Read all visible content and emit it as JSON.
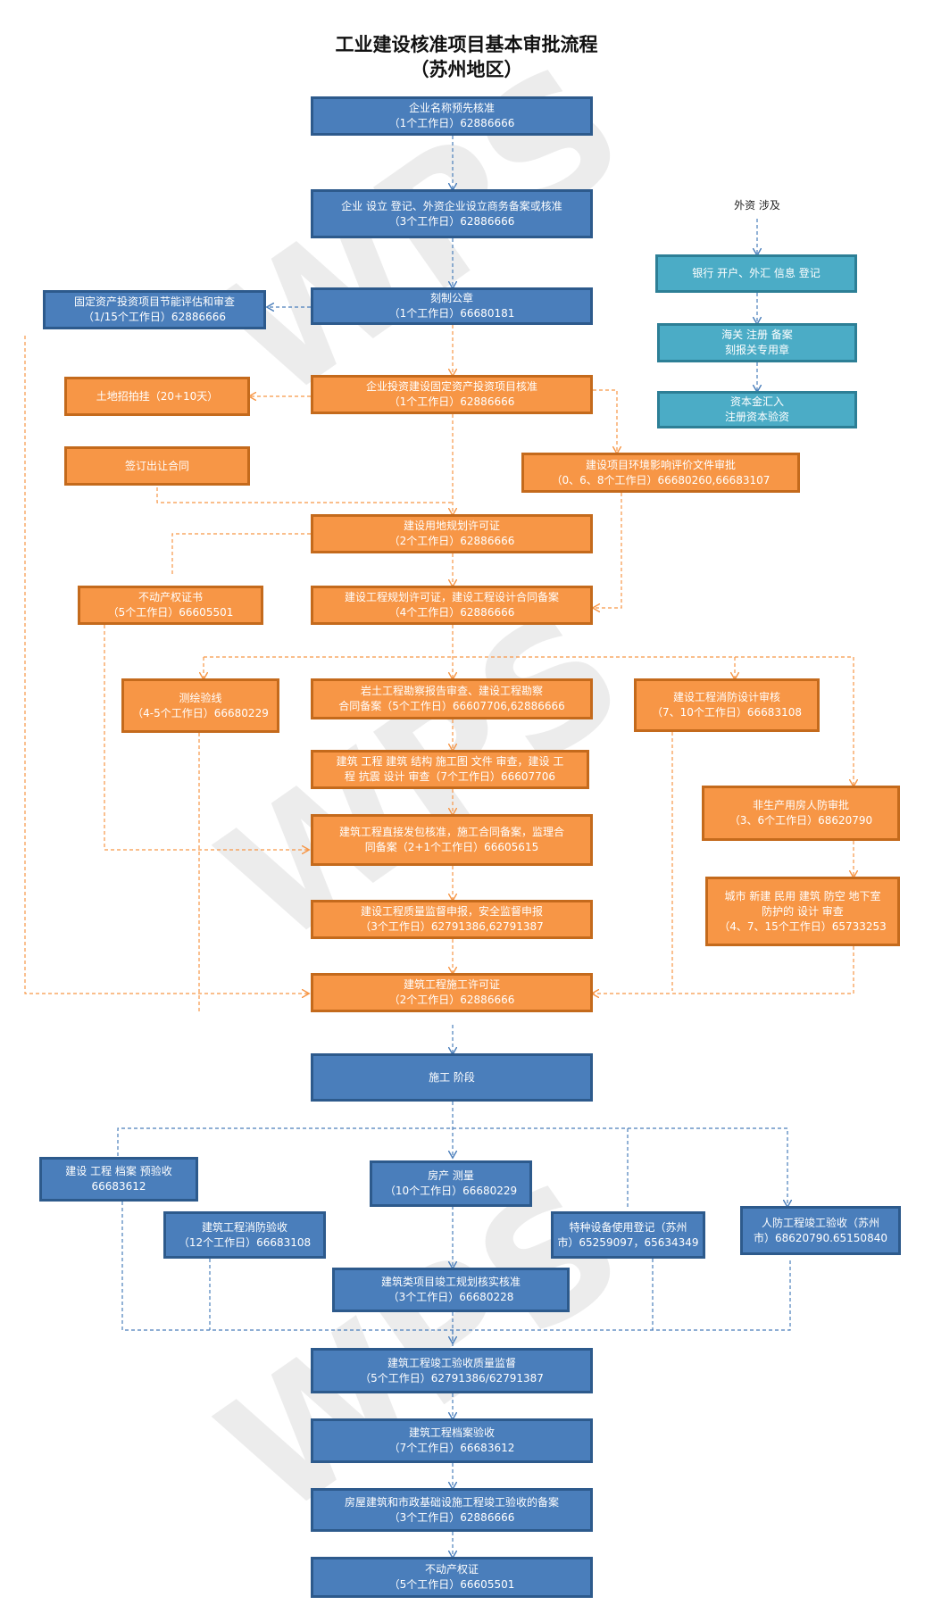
{
  "title": {
    "line1": "工业建设核准项目基本审批流程",
    "line2": "（苏州地区）"
  },
  "watermark": "WPS",
  "colors": {
    "blue": "#4a7ebb",
    "orange": "#f79646",
    "teal": "#4bacc6",
    "blue_line": "#4a7ebb",
    "orange_line": "#f79646"
  },
  "nodes": {
    "n1": {
      "l1": "企业名称预先核准",
      "l2": "（1个工作日）62886666"
    },
    "n2": {
      "l1": "企业 设立 登记、外资企业设立商务备案或核准",
      "l2": "（3个工作日）62886666"
    },
    "n3": {
      "l1": "刻制公章",
      "l2": "（1个工作日）66680181"
    },
    "n4": {
      "l1": "固定资产投资项目节能评估和审查",
      "l2": "（1/15个工作日）62886666"
    },
    "foreign": {
      "label": "外资 涉及"
    },
    "t1": {
      "l1": "银行 开户、外汇 信息 登记"
    },
    "t2": {
      "l1": "海关 注册 备案",
      "l2": "刻报关专用章"
    },
    "t3": {
      "l1": "资本金汇入",
      "l2": "注册资本验资"
    },
    "o1": {
      "l1": "企业投资建设固定资产投资项目核准",
      "l2": "（1个工作日）62886666"
    },
    "o2": {
      "l1": "土地招拍挂（20+10天）"
    },
    "o3": {
      "l1": "签订出让合同"
    },
    "o4": {
      "l1": "建设项目环境影响评价文件审批",
      "l2": "（0、6、8个工作日）66680260,66683107"
    },
    "o5": {
      "l1": "建设用地规划许可证",
      "l2": "（2个工作日）62886666"
    },
    "o6": {
      "l1": "不动产权证书",
      "l2": "（5个工作日）66605501"
    },
    "o7": {
      "l1": "建设工程规划许可证，建设工程设计合同备案",
      "l2": "（4个工作日）62886666"
    },
    "o8": {
      "l1": "测绘验线",
      "l2": "（4-5个工作日）66680229"
    },
    "o9": {
      "l1": "岩土工程勘察报告审查、建设工程勘察",
      "l2": "合同备案（5个工作日）66607706,62886666"
    },
    "o10": {
      "l1": "建设工程消防设计审核",
      "l2": "（7、10个工作日）66683108"
    },
    "o11": {
      "l1": "建筑 工程 建筑 结构 施工图 文件 审查，建设 工",
      "l2": "程 抗震 设计 审查（7个工作日）66607706"
    },
    "o12": {
      "l1": "非生产用房人防审批",
      "l2": "（3、6个工作日）68620790"
    },
    "o13": {
      "l1": "建筑工程直接发包核准，施工合同备案，监理合",
      "l2": "同备案（2+1个工作日）66605615"
    },
    "o14": {
      "l1": "城市 新建 民用 建筑 防空 地下室",
      "l2": "防护的 设计 审查",
      "l3": "（4、7、15个工作日）65733253"
    },
    "o15": {
      "l1": "建设工程质量监督申报，安全监督申报",
      "l2": "（3个工作日）62791386,62791387"
    },
    "o16": {
      "l1": "建筑工程施工许可证",
      "l2": "（2个工作日）62886666"
    },
    "b1": {
      "l1": "施工 阶段"
    },
    "b2": {
      "l1": "建设 工程 档案 预验收",
      "l2": "66683612"
    },
    "b3": {
      "l1": "房产 测量",
      "l2": "（10个工作日）66680229"
    },
    "b4": {
      "l1": "建筑工程消防验收",
      "l2": "（12个工作日）66683108"
    },
    "b5": {
      "l1": "特种设备使用登记（苏州",
      "l2": "市）65259097，65634349"
    },
    "b6": {
      "l1": "人防工程竣工验收（苏州",
      "l2": "市）68620790.65150840"
    },
    "b7": {
      "l1": "建筑类项目竣工规划核实核准",
      "l2": "（3个工作日）66680228"
    },
    "b8": {
      "l1": "建筑工程竣工验收质量监督",
      "l2": "（5个工作日）62791386/62791387"
    },
    "b9": {
      "l1": "建筑工程档案验收",
      "l2": "（7个工作日）66683612"
    },
    "b10": {
      "l1": "房屋建筑和市政基础设施工程竣工验收的备案",
      "l2": "（3个工作日）62886666"
    },
    "b11": {
      "l1": "不动产权证",
      "l2": "（5个工作日）66605501"
    }
  }
}
